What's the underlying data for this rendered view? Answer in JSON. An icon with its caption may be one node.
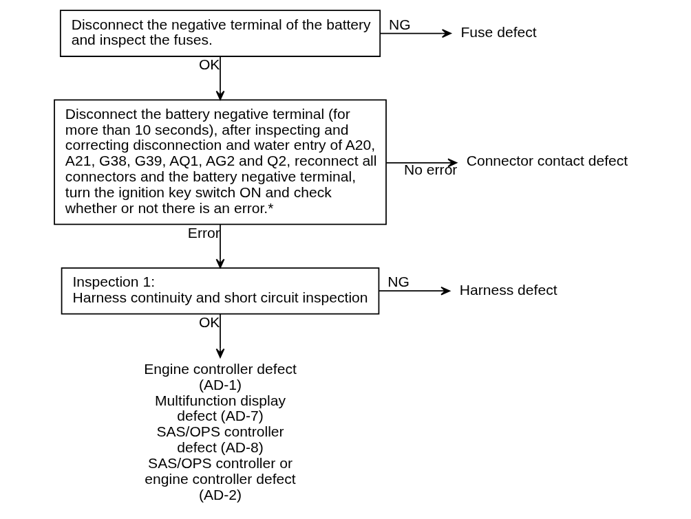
{
  "diagram": {
    "nodes": [
      {
        "text": [
          "Disconnect the negative terminal of the battery and inspect the fuses."
        ]
      },
      {
        "text": [
          "Fuse defect"
        ]
      },
      {
        "text": [
          "Disconnect the battery negative terminal (for more than 10 seconds), after inspecting and correcting disconnection and water entry of A20, A21, G38, G39, AQ1, AG2 and Q2, reconnect all connectors and the battery negative terminal, turn the ignition key switch ON and check whether or not there is an error.*"
        ]
      },
      {
        "text": [
          "Connector contact defect"
        ]
      },
      {
        "text": [
          "Inspection 1:",
          "Harness continuity and short circuit inspection"
        ]
      },
      {
        "text": [
          "Harness defect"
        ]
      },
      {
        "text": [
          "Engine controller defect (AD-1)",
          "Multifunction display defect (AD-7)",
          "SAS/OPS controller defect (AD-8)",
          "SAS/OPS controller or engine controller defect (AD-2)"
        ]
      }
    ],
    "edges": [
      {
        "from": 0,
        "to": 1,
        "arrow": "to",
        "label": "NG"
      },
      {
        "from": 0,
        "to": 2,
        "arrow": "to",
        "label": "OK"
      },
      {
        "from": 2,
        "to": 3,
        "arrow": "to",
        "label": "No error"
      },
      {
        "from": 2,
        "to": 4,
        "arrow": "to",
        "label": "Error"
      },
      {
        "from": 4,
        "to": 5,
        "arrow": "to",
        "label": "NG"
      },
      {
        "from": 4,
        "to": 6,
        "arrow": "to",
        "label": "OK"
      }
    ]
  }
}
